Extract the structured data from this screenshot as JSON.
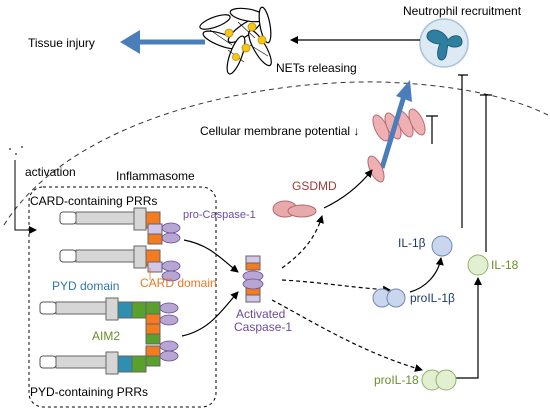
{
  "labels": {
    "tissue_injury": "Tissue injury",
    "nets_releasing": "NETs releasing",
    "neutrophil_recruitment": "Neutrophil recruitment",
    "membrane_potential": "Cellular membrane potential ↓",
    "activation": "activation",
    "inflammasome": "Inflammasome",
    "card_prrs": "CARD-containing PRRs",
    "pro_caspase": "pro-Caspase-1",
    "card_domain": "CARD domain",
    "pyd_domain": "PYD domain",
    "aim2": "AIM2",
    "pyd_prrs": "PYD-containing PRRs",
    "gsdmd": "GSDMD",
    "activated": "Activated",
    "caspase": "Caspase-1",
    "il1b": "IL-1β",
    "proil1b": "proIL-1β",
    "il18": "IL-18",
    "proil18": "proIL-18"
  },
  "colors": {
    "blue_arrow": "#4a7ebb",
    "gsdmd_pink": "#e8a9aa",
    "pore_pink": "#efb0b3",
    "caspase_purple": "#b7a6d2",
    "card_orange": "#f47b20",
    "pyd_blue": "#2e8fb0",
    "aim2_green": "#5aa02c",
    "il1b_fill": "#c9d6ee",
    "il18_fill": "#e2efd0",
    "text_red": "#a0393c",
    "text_orange": "#e87722",
    "text_blue": "#2f77a8",
    "text_green": "#6a8e2b",
    "text_navy": "#1f3a6e",
    "text_purple": "#6a4c9c"
  },
  "icons": [
    "nets-icon",
    "neutrophil-icon",
    "membrane-pore-icon"
  ]
}
